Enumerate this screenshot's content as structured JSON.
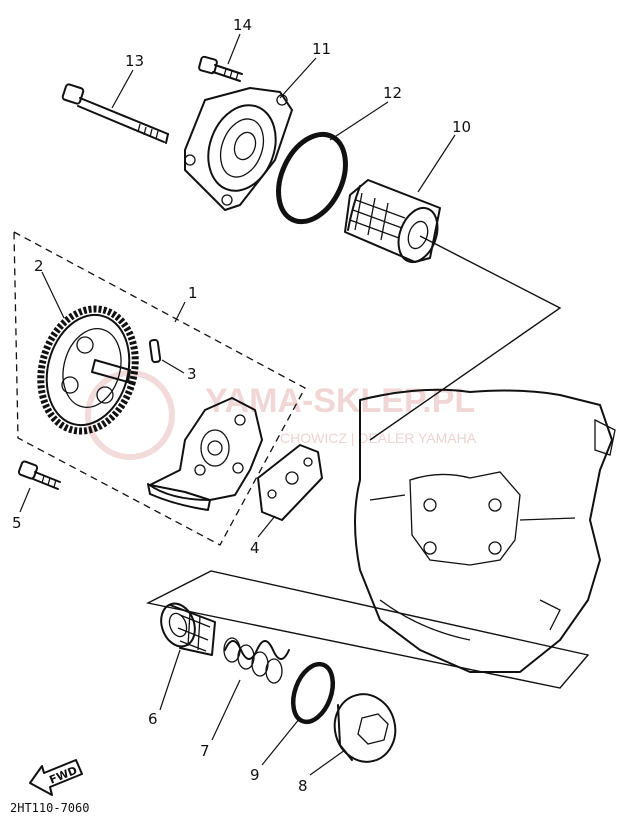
{
  "diagram": {
    "drawing_code": "2HT110-7060",
    "fwd_label": "FWD",
    "watermark": {
      "brand": "YAMA-SKLEP.PL",
      "tagline": "CHOWICZ | DEALER YAMAHA"
    },
    "callouts": [
      {
        "id": "c1",
        "label": "1"
      },
      {
        "id": "c2",
        "label": "2"
      },
      {
        "id": "c3",
        "label": "3"
      },
      {
        "id": "c4",
        "label": "4"
      },
      {
        "id": "c5",
        "label": "5"
      },
      {
        "id": "c6",
        "label": "6"
      },
      {
        "id": "c7",
        "label": "7"
      },
      {
        "id": "c8",
        "label": "8"
      },
      {
        "id": "c9",
        "label": "9"
      },
      {
        "id": "c10",
        "label": "10"
      },
      {
        "id": "c11",
        "label": "11"
      },
      {
        "id": "c12",
        "label": "12"
      },
      {
        "id": "c13",
        "label": "13"
      },
      {
        "id": "c14",
        "label": "14"
      }
    ]
  }
}
